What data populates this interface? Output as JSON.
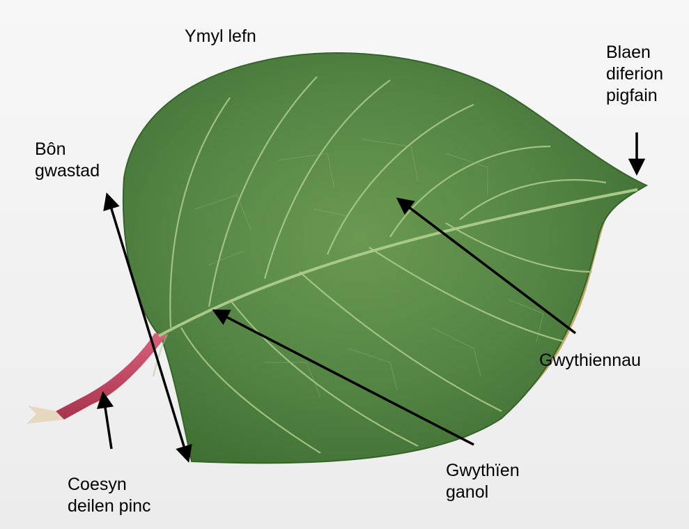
{
  "colors": {
    "background": "#f2f2f2",
    "leaf_light": "#6a9a50",
    "leaf_mid": "#4f7f3c",
    "leaf_dark": "#3a6a2c",
    "leaf_edge_yellow": "#b59a45",
    "vein": "#a9c98a",
    "petiole": "#c8465f",
    "petiole_dark": "#a8344c",
    "arrow": "#000000",
    "text": "#000000"
  },
  "labels": {
    "ymyl_lefn": "Ymyl lefn",
    "blaen": [
      "Blaen",
      "diferion",
      "pigfain"
    ],
    "bon": [
      "Bôn",
      "gwastad"
    ],
    "gwythiennau": "Gwythiennau",
    "gwythien_ganol": [
      "Gwythïen",
      "ganol"
    ],
    "coesyn": [
      "Coesyn",
      "deilen pinc"
    ]
  }
}
